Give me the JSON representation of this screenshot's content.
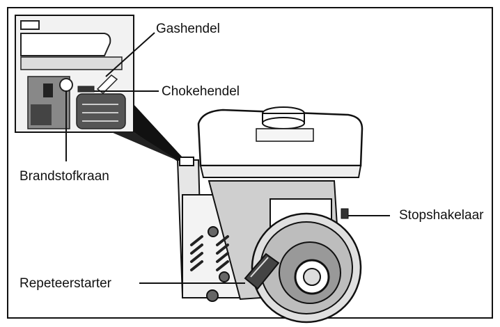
{
  "labels": {
    "gas_lever": "Gashendel",
    "choke_lever": "Chokehendel",
    "fuel_valve": "Brandstofkraan",
    "stop_switch": "Stopshakelaar",
    "recoil_starter": "Repeteerstarter"
  },
  "icons": {
    "engine": "engine-illustration",
    "inset": "carburetor-detail-inset"
  }
}
